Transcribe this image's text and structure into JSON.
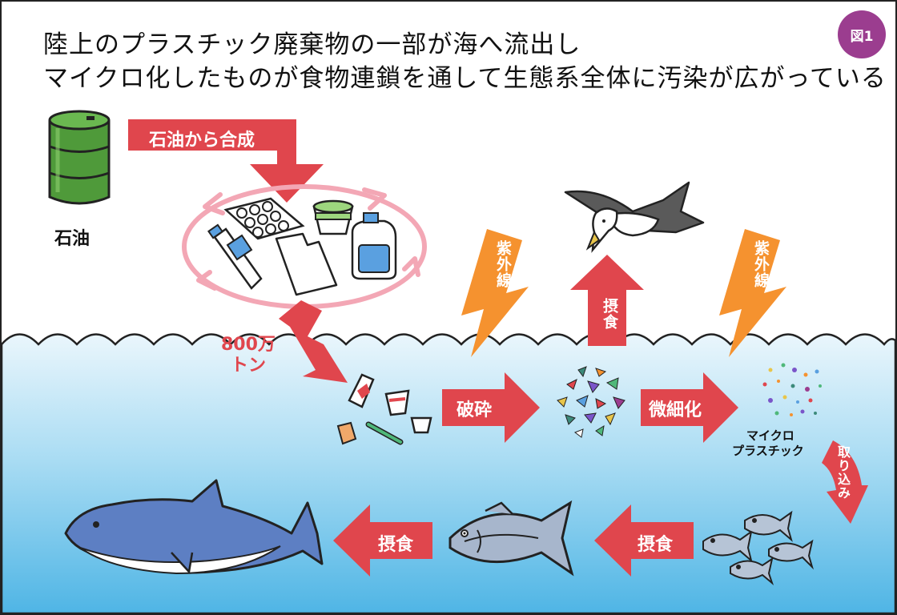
{
  "title": {
    "line1": "陸上のプラスチック廃棄物の一部が海へ流出し",
    "line2": "マイクロ化したものが食物連鎖を通して生態系全体に汚染が広がっている"
  },
  "badge": "図1",
  "labels": {
    "oil": "石油",
    "synth": "石油から合成",
    "amount": "800万\nトン",
    "crush": "破砕",
    "fine": "微細化",
    "micro1": "マイクロ",
    "micro2": "プラスチック",
    "uptake": "取り込み",
    "uv1": "紫外線",
    "uv2": "紫外線",
    "eat_bird": "摂食",
    "eat_tuna": "摂食",
    "eat_dolphin": "摂食"
  },
  "icons": [
    "oil-drum-icon",
    "egg-carton-icon",
    "cup-icon",
    "plastic-bottle-icon",
    "plastic-bag-icon",
    "detergent-bottle-icon",
    "seagull-icon",
    "dolphin-icon",
    "tuna-icon",
    "small-fish-icon",
    "straw-icon",
    "lightning-icon"
  ],
  "colors": {
    "arrow": "#e0464d",
    "uv": "#f5922f",
    "sea_top": "#e6f4fb",
    "sea_bottom": "#4fb7e6",
    "cycle": "#f3a7b5",
    "drum": "#4f9a3a",
    "badge": "#9b3d8f"
  }
}
